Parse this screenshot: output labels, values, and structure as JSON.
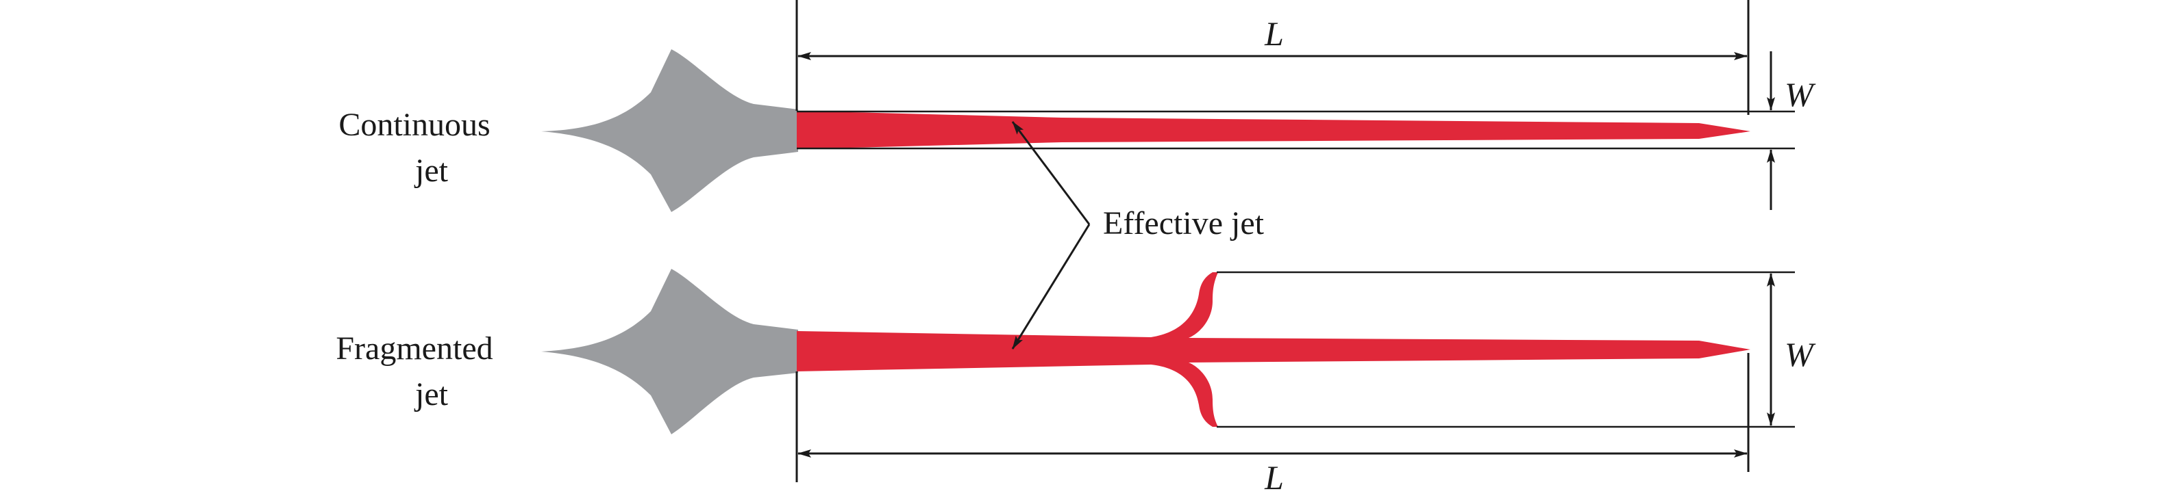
{
  "labels": {
    "continuous_line1": "Continuous",
    "continuous_line2": "jet",
    "fragmented_line1": "Fragmented",
    "fragmented_line2": "jet",
    "effective": "Effective jet",
    "length_top": "L",
    "length_bottom": "L",
    "width_top": "W",
    "width_bottom": "W"
  },
  "colors": {
    "jet": "#e0283a",
    "liner": "#9a9c9f",
    "line": "#1a1a1a"
  }
}
